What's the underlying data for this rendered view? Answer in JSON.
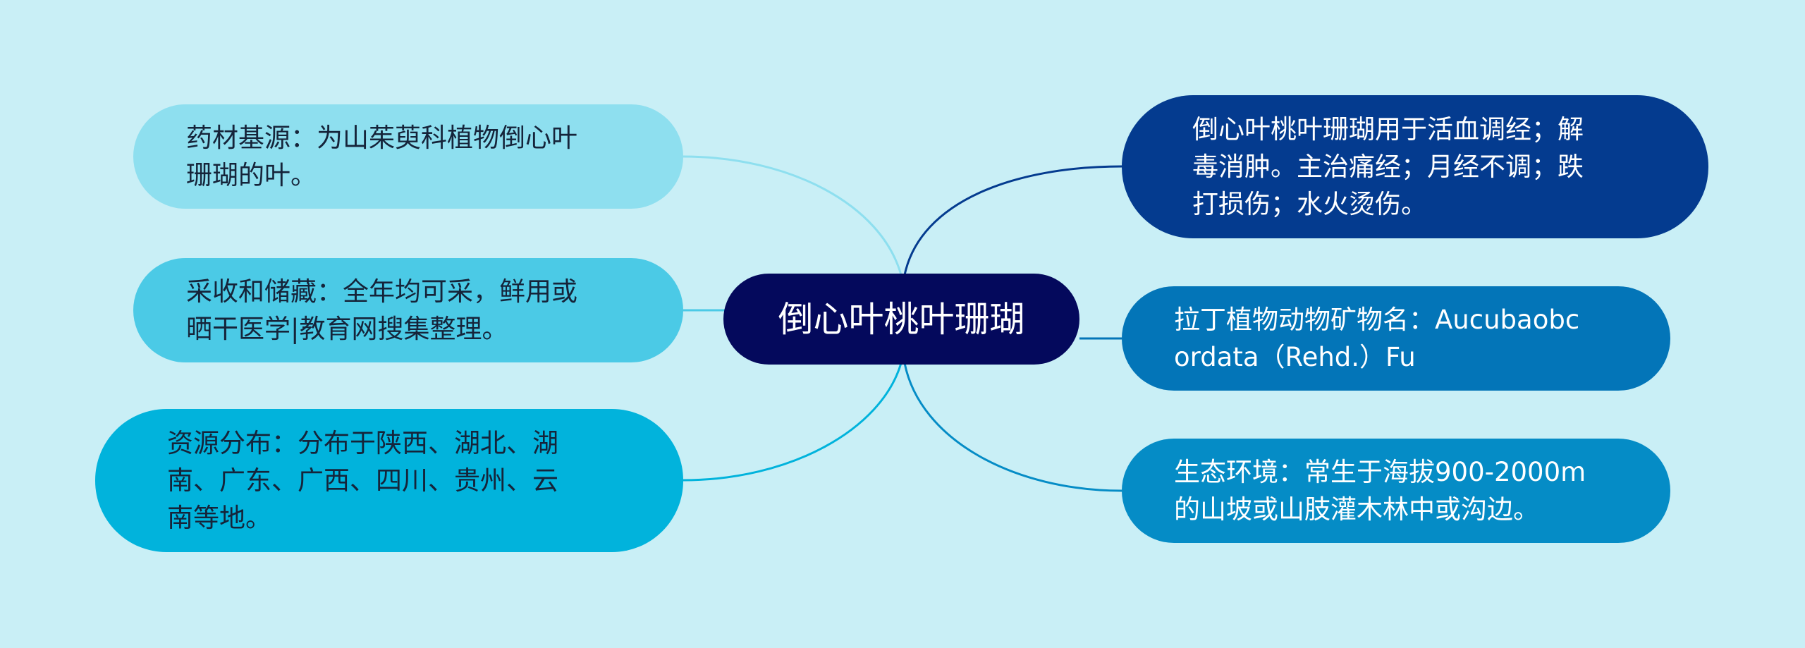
{
  "center": {
    "label": "倒心叶桃叶珊瑚",
    "color": "#04095c"
  },
  "left_branches": [
    {
      "text": "药材基源：为山茱萸科植物倒心叶\n珊瑚的叶。",
      "color": "#8edfef"
    },
    {
      "text": "采收和储藏：全年均可采，鲜用或\n晒干医学|教育网搜集整理。",
      "color": "#4bcae6"
    },
    {
      "text": "资源分布：分布于陕西、湖北、湖\n南、广东、广西、四川、贵州、云\n南等地。",
      "color": "#01b3dc"
    }
  ],
  "right_branches": [
    {
      "text": "倒心叶桃叶珊瑚用于活血调经；解\n毒消肿。主治痛经；月经不调；跌\n打损伤；水火烫伤。",
      "color": "#043b8f"
    },
    {
      "text": "拉丁植物动物矿物名：Aucubaobc\nordata（Rehd.）Fu",
      "color": "#0375b8"
    },
    {
      "text": "生态环境：常生于海拔900-2000m\n的山坡或山肢灌木林中或沟边。",
      "color": "#058cc6"
    }
  ],
  "background": "#c9eff6"
}
